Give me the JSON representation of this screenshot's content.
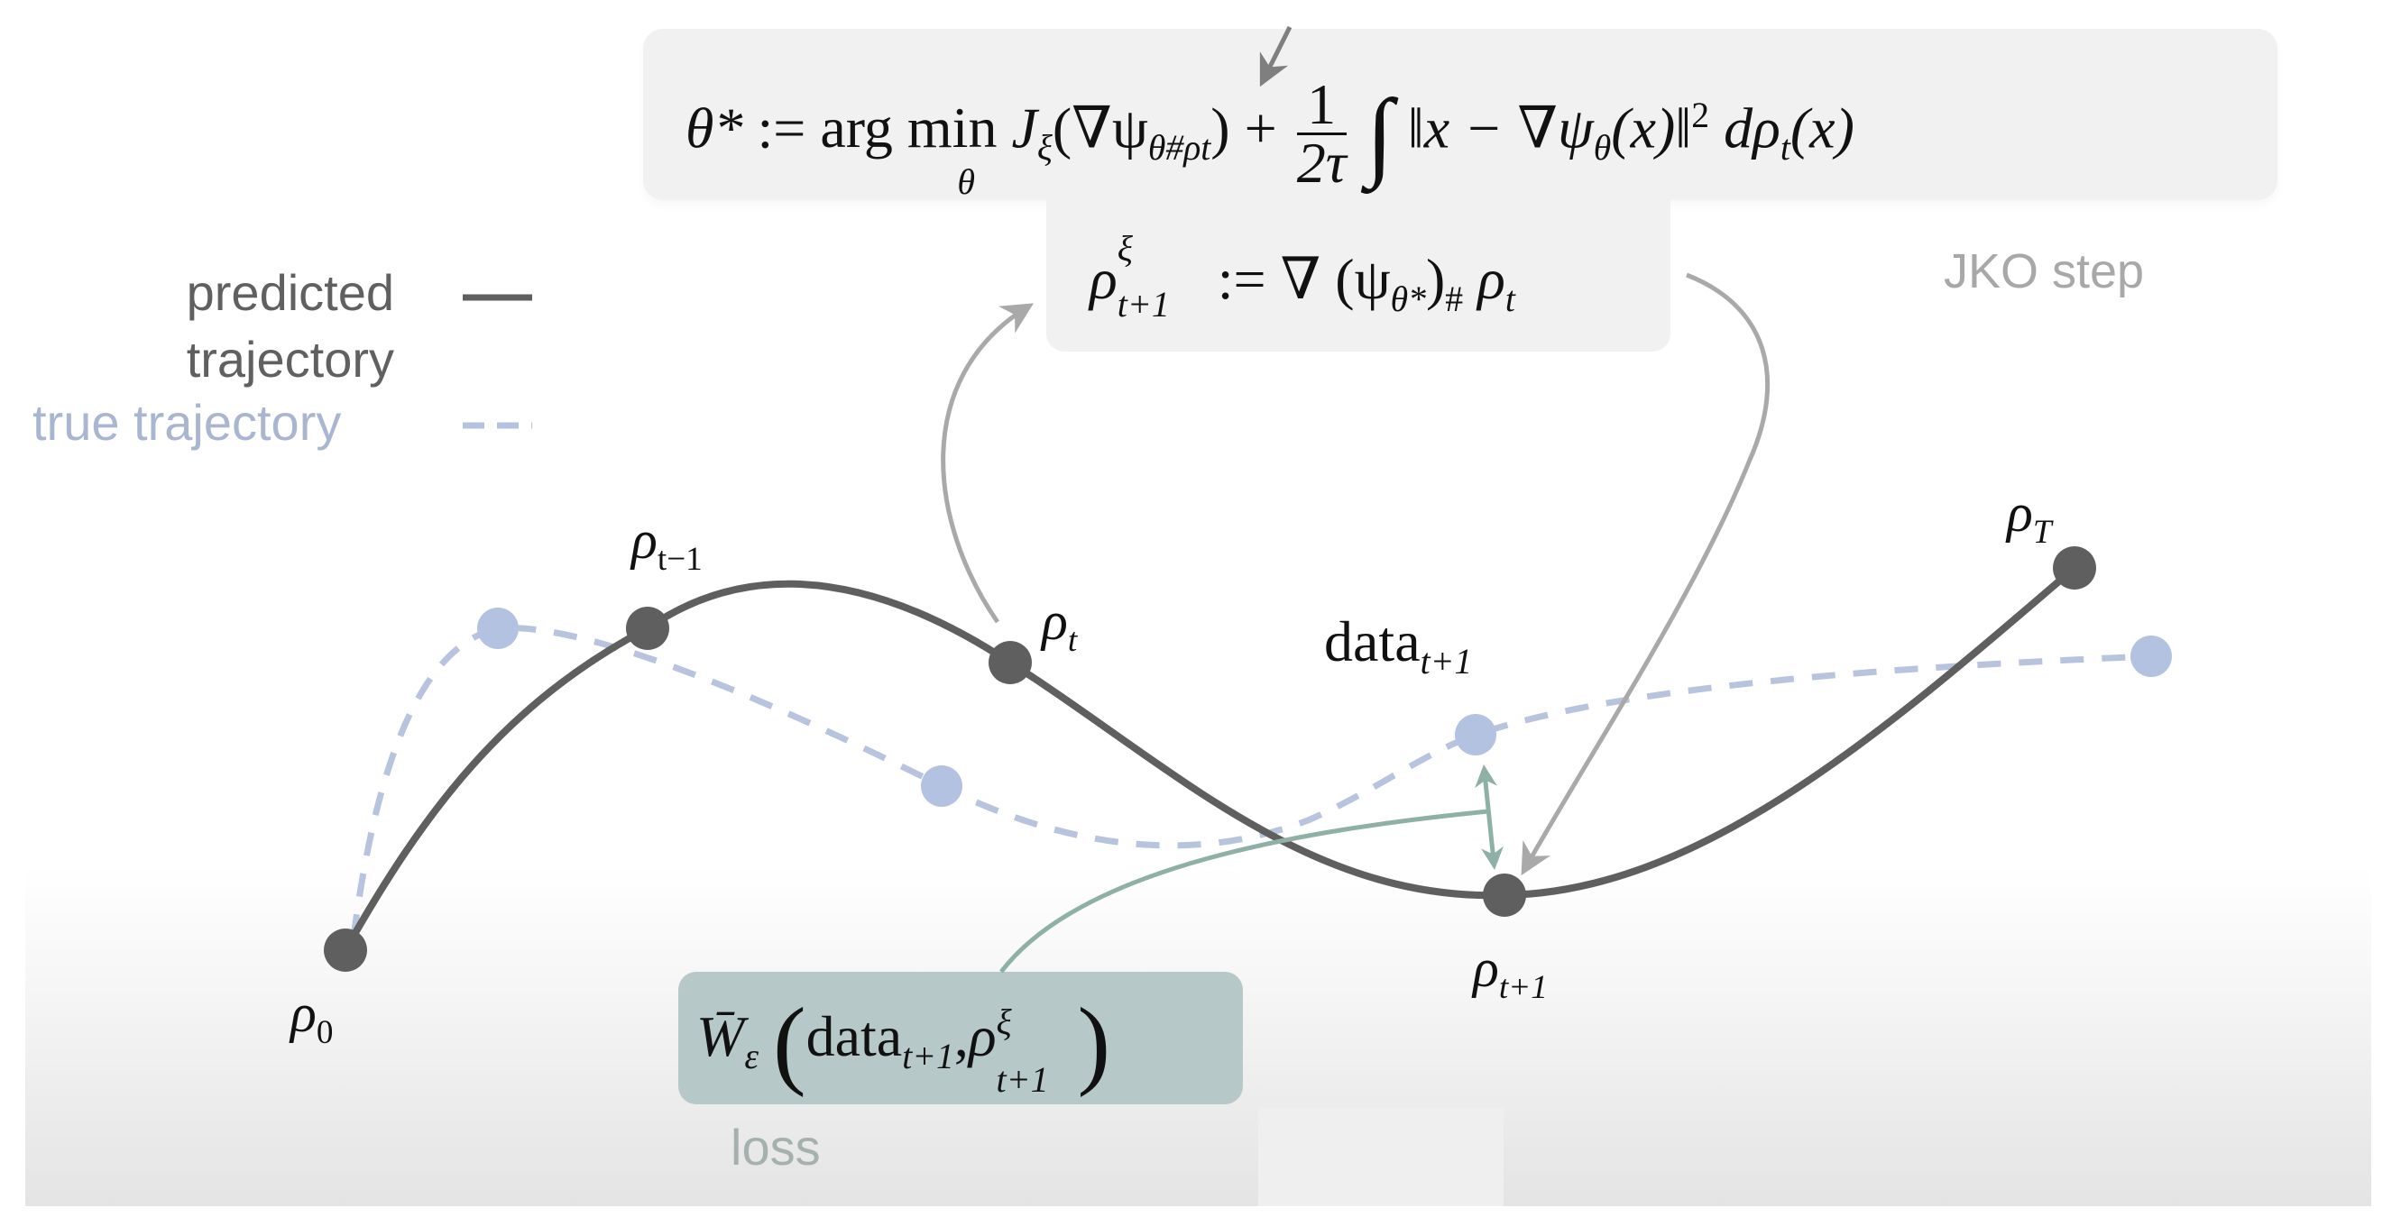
{
  "diagram": {
    "title": "JKO step trajectory learning diagram",
    "formula_argmin": {
      "lhs": "θ*",
      "assign": ":=",
      "op": "arg min",
      "op_sub": "θ",
      "term1": "J",
      "term1_sub": "ξ",
      "term1_arg": "(∇ψ",
      "term1_arg_sub": "θ#ρt",
      "term1_close": ")",
      "plus": "+",
      "frac_num": "1",
      "frac_den": "2τ",
      "integral": "∫",
      "integrand": "‖x − ∇ψ",
      "integrand_sub": "θ",
      "integrand_tail": "(x)‖",
      "integrand_sup": "2",
      "measure": "dρ",
      "measure_sub": "t",
      "measure_tail": "(x)"
    },
    "formula_step": {
      "lhs": "ρ",
      "lhs_sup": "ξ",
      "lhs_sub": "t+1",
      "assign": ":=",
      "rhs": "∇ (ψ",
      "rhs_sub": "θ*",
      "rhs_close": ")",
      "rhs_push": "#",
      "rhs_tail": "ρ",
      "rhs_tail_sub": "t"
    },
    "jko_label": "JKO step",
    "loss_formula": {
      "W": "W̄",
      "W_sub": "ε",
      "open": "(",
      "arg1": "data",
      "arg1_sub": "t+1",
      "comma": ",",
      "arg2": "ρ",
      "arg2_sup": "ξ",
      "arg2_sub": "t+1",
      "close": ")"
    },
    "loss_label": "loss",
    "legend": {
      "predicted_line1": "predicted",
      "predicted_line2": "trajectory",
      "true": "true trajectory"
    },
    "node_labels": {
      "rho0": "ρ",
      "rho0_sub": "0",
      "rho_tm1": "ρ",
      "rho_tm1_sub": "t−1",
      "rho_t": "ρ",
      "rho_t_sub": "t",
      "rho_tp1": "ρ",
      "rho_tp1_sub": "t+1",
      "rho_T": "ρ",
      "rho_T_sub": "T",
      "data": "data",
      "data_sub": "t+1"
    },
    "colors": {
      "predicted": "#5f5f60",
      "true": "#b4c2e2",
      "arrow": "#a9a9a9",
      "loss_link": "#8fb0a6",
      "loss_box": "#b7c8c8",
      "formula_box": "#f1f1f1"
    }
  }
}
